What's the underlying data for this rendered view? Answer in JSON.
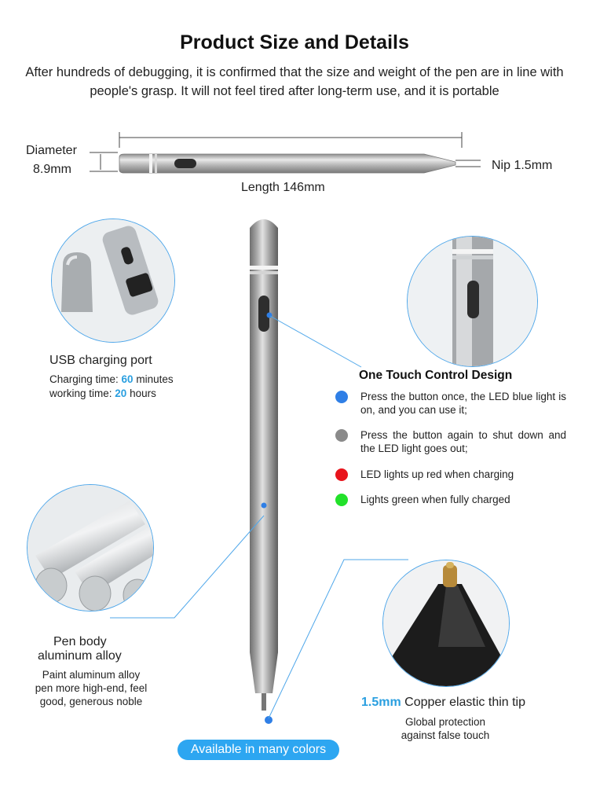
{
  "header": {
    "title": "Product Size and Details",
    "subtitle": "After hundreds of debugging, it is confirmed that the size and weight of the pen are in line with people's grasp. It will not feel tired after long-term use, and it is portable"
  },
  "dimensions": {
    "diameter_label": "Diameter",
    "diameter_value": "8.9mm",
    "length": "Length 146mm",
    "nip": "Nip 1.5mm"
  },
  "usb": {
    "title": "USB charging port",
    "charging_prefix": "Charging time: ",
    "charging_value": "60",
    "charging_suffix": " minutes",
    "working_prefix": "working time: ",
    "working_value": "20",
    "working_suffix": " hours"
  },
  "control": {
    "title": "One Touch Control Design",
    "items": [
      {
        "text": "Press the button once, the LED blue light is on, and you can use it;",
        "color": "#2f7fe6"
      },
      {
        "text": "Press the button again to shut down and the LED light goes out;",
        "color": "#8a8a8a"
      },
      {
        "text": "LED lights up red when charging",
        "color": "#e8141c"
      },
      {
        "text": "Lights green when fully charged",
        "color": "#22e12a"
      }
    ]
  },
  "body_feature": {
    "title_line1": "Pen body",
    "title_line2": "aluminum alloy",
    "desc_line1": "Paint aluminum alloy",
    "desc_line2": "pen more high-end, feel",
    "desc_line3": "good, generous noble"
  },
  "tip_feature": {
    "title_highlight": "1.5mm",
    "title_rest": " Copper elastic thin tip",
    "desc_line1": "Global protection",
    "desc_line2": "against false touch"
  },
  "footer": {
    "colors_label": "Available in many colors"
  },
  "accent_color": "#2da6f1"
}
